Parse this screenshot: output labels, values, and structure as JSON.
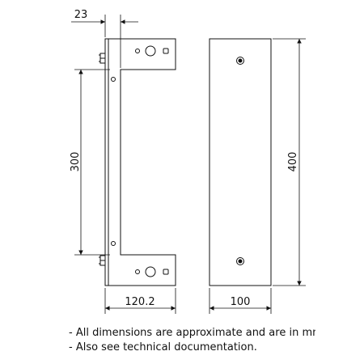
{
  "dimensions": {
    "flange_offset": "23",
    "hole_spacing": "300",
    "bracket_width": "120.2",
    "plate_width": "100",
    "plate_height": "400"
  },
  "notes": [
    "- All dimensions are approximate and are in mm.",
    "- Also see technical documentation."
  ]
}
